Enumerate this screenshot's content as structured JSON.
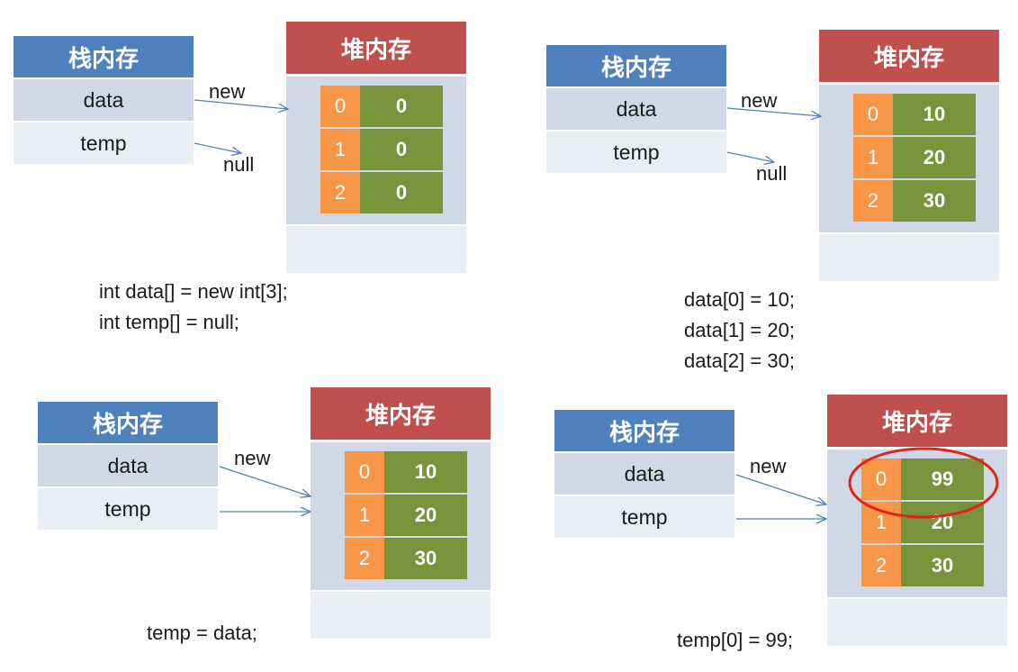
{
  "stack_title": "栈内存",
  "heap_title": "堆内存",
  "var_data": "data",
  "var_temp": "temp",
  "lbl_new": "new",
  "lbl_null": "null",
  "colors": {
    "stack_header": "#4f81bd",
    "heap_header": "#c0504d",
    "index_cell": "#f79646",
    "value_cell": "#77933c",
    "highlight": "#e32219",
    "arrow": "#4f81bd"
  },
  "panels": [
    {
      "array": {
        "indices": [
          "0",
          "1",
          "2"
        ],
        "values": [
          "0",
          "0",
          "0"
        ]
      },
      "code": [
        "int data[] = new int[3];",
        "int temp[] = null;"
      ]
    },
    {
      "array": {
        "indices": [
          "0",
          "1",
          "2"
        ],
        "values": [
          "10",
          "20",
          "30"
        ]
      },
      "code": [
        "data[0] = 10;",
        "data[1] = 20;",
        "data[2] = 30;"
      ]
    },
    {
      "array": {
        "indices": [
          "0",
          "1",
          "2"
        ],
        "values": [
          "10",
          "20",
          "30"
        ]
      },
      "code": [
        "temp = data;"
      ]
    },
    {
      "array": {
        "indices": [
          "0",
          "1",
          "2"
        ],
        "values": [
          "99",
          "20",
          "30"
        ]
      },
      "code": [
        "temp[0] = 99;"
      ],
      "highlighted_index": "0"
    }
  ]
}
